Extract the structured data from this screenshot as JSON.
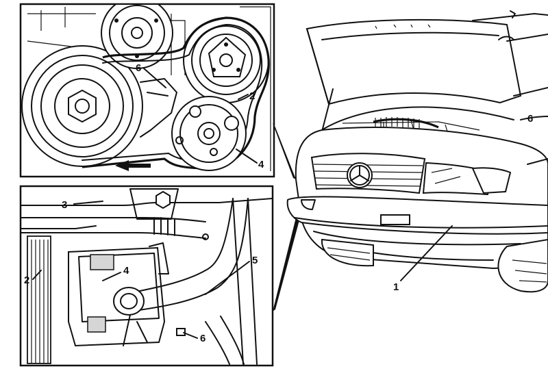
{
  "callouts": {
    "top_panel": [
      "6",
      "2",
      "4"
    ],
    "bottom_panel": [
      "3",
      "4",
      "2",
      "5",
      "6"
    ],
    "vehicle": [
      "1",
      "6"
    ]
  },
  "icons": [
    "drive-belt-pulley",
    "radiator-hose",
    "direction-arrow",
    "vehicle-front"
  ]
}
